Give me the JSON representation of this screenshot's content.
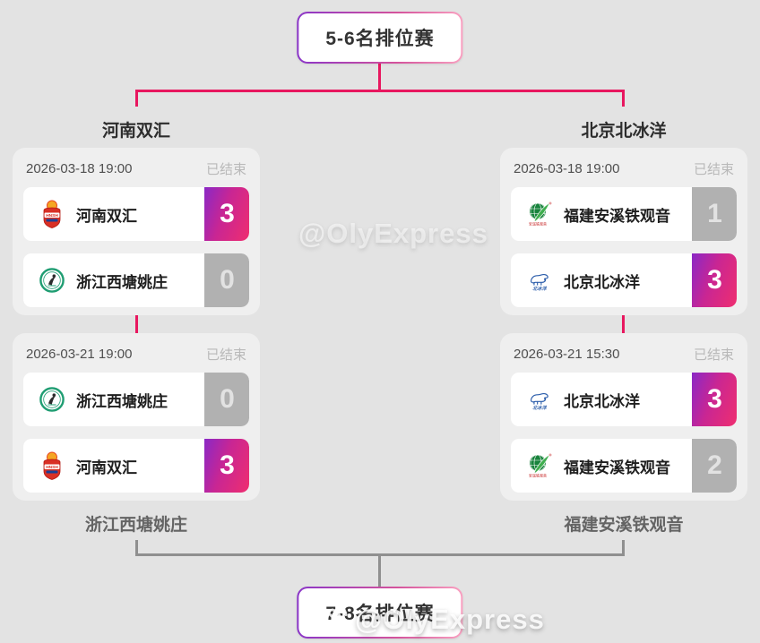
{
  "palette": {
    "page_background": "#e3e3e3",
    "card_background": "#efefef",
    "bracket_line_pink": "#e8175f",
    "bracket_line_gray": "#8f8f8f",
    "winner_gradient_start": "#8a28c6",
    "winner_gradient_end": "#ef2e6f",
    "loser_score_gray": "#b1b1b1",
    "box_border_gradient_start": "#8a35c8",
    "box_border_gradient_end": "#f9a0c0"
  },
  "top_box": {
    "label": "5-6名排位赛"
  },
  "bottom_box": {
    "label": "7-8名排位赛"
  },
  "watermark": {
    "handle": "@OlyExpress",
    "icon": "weibo-icon"
  },
  "brackets": {
    "left": {
      "header": "河南双汇",
      "footer": "浙江西塘姚庄",
      "matches": [
        {
          "datetime": "2026-03-18 19:00",
          "status": "已结束",
          "teams": [
            {
              "name": "河南双汇",
              "score": "3",
              "winner": true,
              "logo": "henan-shuanghui-badge"
            },
            {
              "name": "浙江西塘姚庄",
              "score": "0",
              "winner": false,
              "logo": "zhejiang-xitang-badge"
            }
          ]
        },
        {
          "datetime": "2026-03-21 19:00",
          "status": "已结束",
          "teams": [
            {
              "name": "浙江西塘姚庄",
              "score": "0",
              "winner": false,
              "logo": "zhejiang-xitang-badge"
            },
            {
              "name": "河南双汇",
              "score": "3",
              "winner": true,
              "logo": "henan-shuanghui-badge"
            }
          ]
        }
      ]
    },
    "right": {
      "header": "北京北冰洋",
      "footer": "福建安溪铁观音",
      "matches": [
        {
          "datetime": "2026-03-18 19:00",
          "status": "已结束",
          "teams": [
            {
              "name": "福建安溪铁观音",
              "score": "1",
              "winner": false,
              "logo": "fujian-anxi-badge"
            },
            {
              "name": "北京北冰洋",
              "score": "3",
              "winner": true,
              "logo": "beijing-polar-bear-badge"
            }
          ]
        },
        {
          "datetime": "2026-03-21 15:30",
          "status": "已结束",
          "teams": [
            {
              "name": "北京北冰洋",
              "score": "3",
              "winner": true,
              "logo": "beijing-polar-bear-badge"
            },
            {
              "name": "福建安溪铁观音",
              "score": "2",
              "winner": false,
              "logo": "fujian-anxi-badge"
            }
          ]
        }
      ]
    }
  }
}
